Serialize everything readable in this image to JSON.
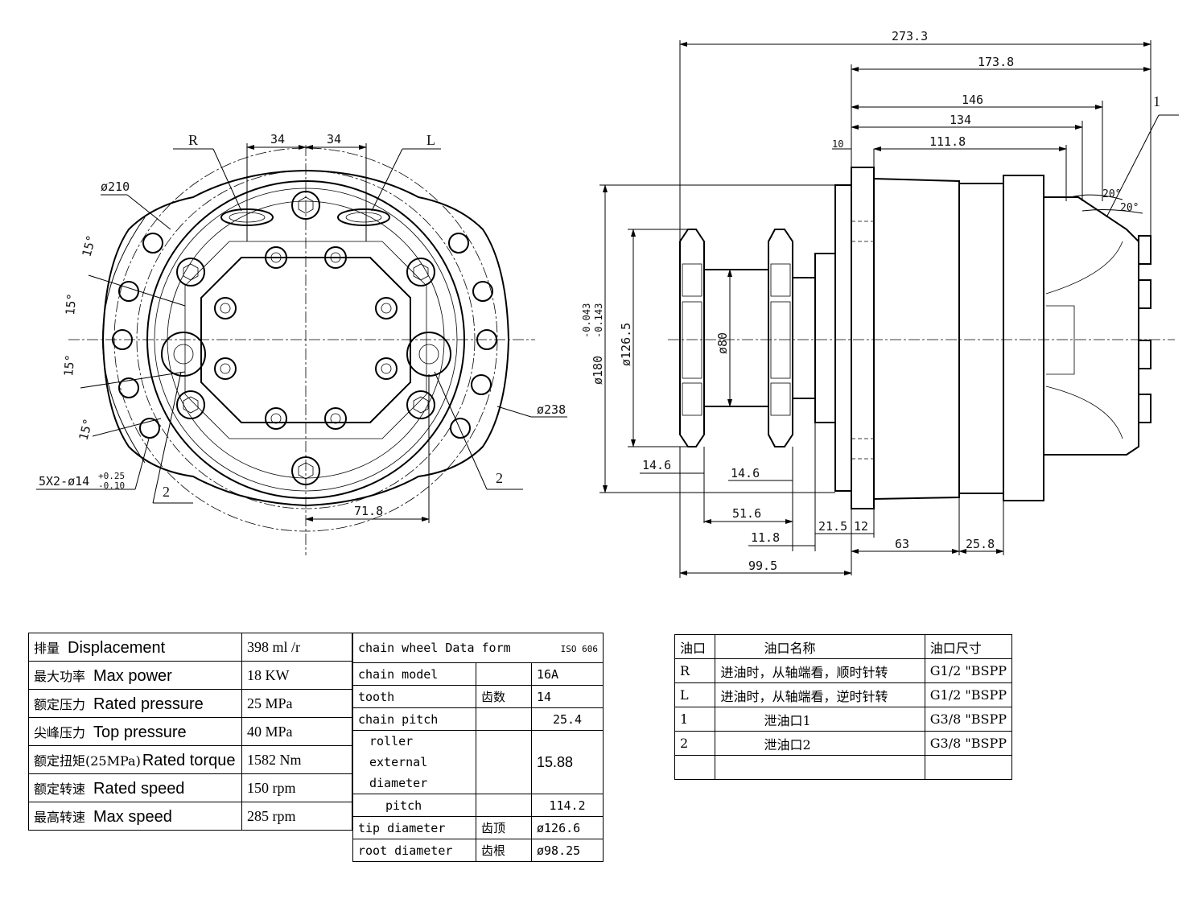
{
  "front_view": {
    "port_R": "R",
    "port_L": "L",
    "dim_34_left": "34",
    "dim_34_right": "34",
    "dia_210": "ø210",
    "dia_238": "ø238",
    "angle_1": "15°",
    "angle_2": "15°",
    "angle_3": "15°",
    "angle_4": "15°",
    "holes": "5X2-ø14",
    "tol_upper": "+0.25",
    "tol_lower": "-0.10",
    "drain_left": "2",
    "drain_right": "2",
    "dim_71_8": "71.8"
  },
  "side_view": {
    "dim_273_3": "273.3",
    "dim_173_8": "173.8",
    "dim_146": "146",
    "dim_134": "134",
    "dim_111_8": "111.8",
    "dim_10": "10",
    "drain_1": "1",
    "angle_a": "20°",
    "angle_b": "20°",
    "dia_180": "ø180",
    "tol_a": "-0.043",
    "tol_b": "-0.143",
    "dia_126_5": "ø126.5",
    "dia_80": "ø80",
    "dim_14_6_a": "14.6",
    "dim_14_6_b": "14.6",
    "dim_51_6": "51.6",
    "dim_11_8": "11.8",
    "dim_21_5": "21.5",
    "dim_12": "12",
    "dim_63": "63",
    "dim_25_8": "25.8",
    "dim_99_5": "99.5"
  },
  "spec_table": [
    {
      "cn": "排量",
      "en": "Displacement",
      "value": "398 ml /r"
    },
    {
      "cn": "最大功率",
      "en": "Max power",
      "value": "18  KW"
    },
    {
      "cn": "额定压力",
      "en": "Rated pressure",
      "value": "25  MPa"
    },
    {
      "cn": "尖峰压力",
      "en": "Top pressure",
      "value": "40  MPa"
    },
    {
      "cn": "额定扭矩(25MPa)",
      "en": "Rated torque",
      "value": "1582 Nm"
    },
    {
      "cn": "额定转速",
      "en": "Rated speed",
      "value": "150 rpm"
    },
    {
      "cn": "最高转速",
      "en": "Max speed",
      "value": "285 rpm"
    }
  ],
  "chain_table": {
    "title": "chain wheel Data form",
    "standard": "ISO 606",
    "rows": [
      {
        "name": "chain model",
        "cn": "",
        "value": "16A"
      },
      {
        "name": "tooth",
        "cn": "齿数",
        "value": "14"
      },
      {
        "name": "chain pitch",
        "cn": "",
        "value": "25.4"
      },
      {
        "name": "roller external diameter",
        "cn": "",
        "value": "15.88"
      },
      {
        "name": "pitch",
        "cn": "",
        "value": "114.2"
      },
      {
        "name": "tip diameter",
        "cn": "齿顶",
        "value": "ø126.6"
      },
      {
        "name": "root diameter",
        "cn": "齿根",
        "value": "ø98.25"
      }
    ]
  },
  "port_table": {
    "headers": [
      "油口",
      "油口名称",
      "油口尺寸"
    ],
    "rows": [
      {
        "port": "R",
        "name": "进油时，从轴端看，顺时针转",
        "size": "G1/2 \"BSPP"
      },
      {
        "port": "L",
        "name": "进油时，从轴端看，逆时针转",
        "size": "G1/2 \"BSPP"
      },
      {
        "port": "1",
        "name": "泄油口1",
        "size": "G3/8 \"BSPP"
      },
      {
        "port": "2",
        "name": "泄油口2",
        "size": "G3/8 \"BSPP"
      },
      {
        "port": "",
        "name": "",
        "size": ""
      }
    ]
  }
}
